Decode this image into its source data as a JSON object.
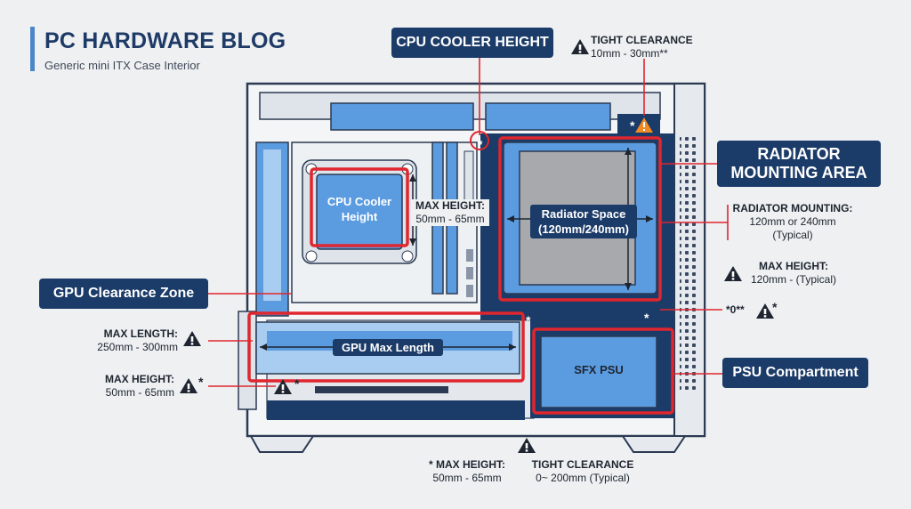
{
  "header": {
    "title": "PC HARDWARE BLOG",
    "subtitle": "Generic mini ITX Case Interior"
  },
  "tags": {
    "cpu_cooler_height": "CPU COOLER HEIGHT",
    "radiator_area_line1": "RADIATOR",
    "radiator_area_line2": "MOUNTING AREA",
    "gpu_zone": "GPU Clearance Zone",
    "psu_compartment": "PSU Compartment"
  },
  "components": {
    "cpu_cooler_line1": "CPU Cooler",
    "cpu_cooler_line2": "Height",
    "radiator_line1": "Radiator Space",
    "radiator_line2": "(120mm/240mm)",
    "gpu": "GPU Max Length",
    "psu": "SFX PSU"
  },
  "notes": {
    "tight_top_title": "TIGHT CLEARANCE",
    "tight_top_value": "10mm - 30mm**",
    "cpu_max_title": "MAX HEIGHT:",
    "cpu_max_value": "50mm - 65mm",
    "rad_mount_title": "RADIATOR MOUNTING:",
    "rad_mount_value1": "120mm or 240mm",
    "rad_mount_value2": "(Typical)",
    "rad_max_title": "MAX HEIGHT:",
    "rad_max_value": "120mm - (Typical)",
    "footnote_marker": "*0**",
    "gpu_len_title": "MAX LENGTH:",
    "gpu_len_value": "250mm - 300mm",
    "gpu_h_title": "MAX HEIGHT:",
    "gpu_h_value": "50mm - 65mm",
    "bottom_max_title": "* MAX HEIGHT:",
    "bottom_max_value": "50mm - 65mm",
    "bottom_tight_title": "TIGHT CLEARANCE",
    "bottom_tight_value": "0~ 200mm (Typical)",
    "star": "*"
  },
  "colors": {
    "navy": "#1b3b68",
    "blue": "#5b9be0",
    "light_blue": "#a9cdf0",
    "red": "#e0262e",
    "orange": "#f08a24"
  },
  "icons": [
    "warning-icon"
  ]
}
